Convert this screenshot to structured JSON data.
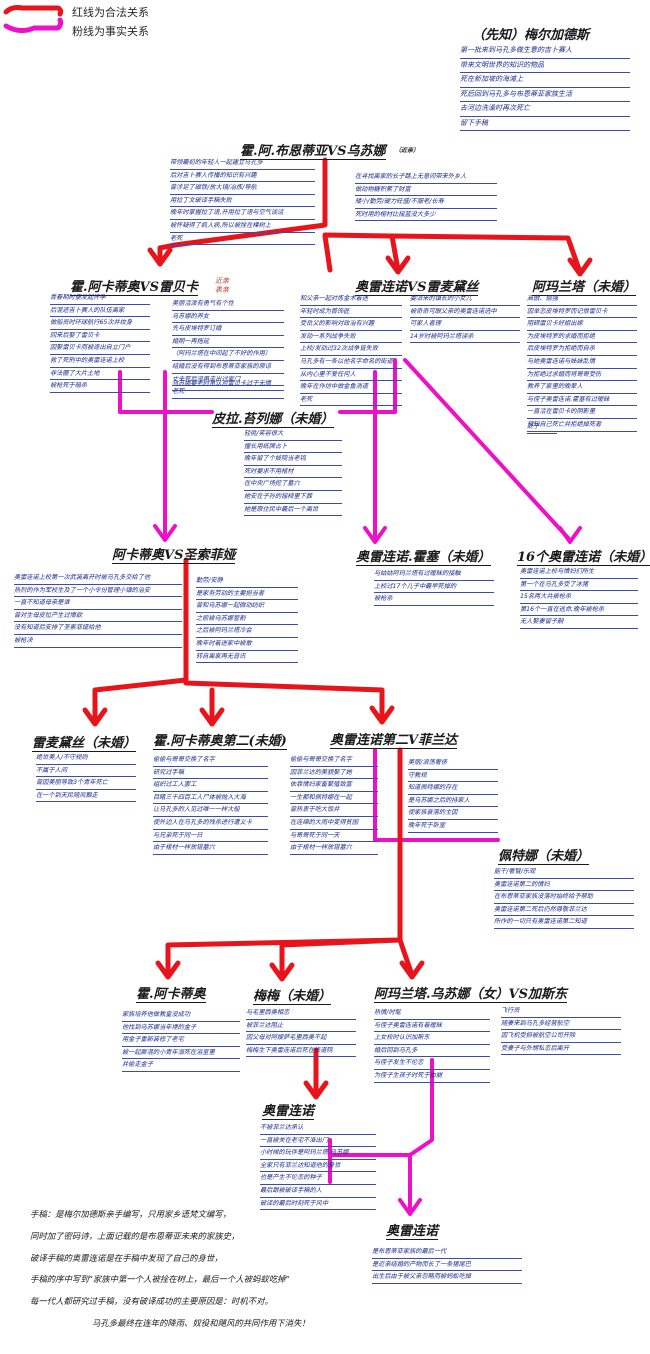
{
  "legend": {
    "red": "红线为合法关系",
    "pink": "粉线为事实关系",
    "red_color": "#e8141b",
    "pink_color": "#ee10c8"
  },
  "prophet": {
    "title": "（先知）梅尔加德斯",
    "notes": [
      "第一批来到马孔多做生意的吉卜赛人",
      "带来文明世界的知识的物品",
      "死在新加坡的海滩上",
      "死后回到马孔多与布恩蒂亚家族生活",
      "去河边洗澡时再次死亡",
      "留下手稿"
    ]
  },
  "gen1": {
    "title": "霍.阿.布恩蒂亚VS乌苏娜",
    "tag": "（近亲）",
    "left_notes": [
      "带领最初的年轻人一起建立马孔多",
      "后对吉卜赛人传播的知识有兴趣",
      "曾涉足了磁铁/放大镜/冶炼/导航",
      "用拉丁文破译手稿失败",
      "晚年时掌握拉丁语,开用拉丁语与空气谈话",
      "被怀疑得了疯人病,所以被拴在棵树上",
      "老死"
    ],
    "right_notes": [
      "在寻找离家的长子路上无意间带来外乡人",
      "做动物糖积累了财富",
      "矮小/勤劳/硬力旺盛/不服老/长寿",
      "死时用的棺材比摇篮没大多少"
    ]
  },
  "arcadio1": {
    "title": "霍.阿卡蒂奥VS雷贝卡",
    "tag": "近亲\n表亲",
    "left_notes": [
      "青春期时便发起怀孕",
      "后混迹吉卜赛人的队伍离家",
      "做船员时环球航行65次并纹身",
      "回来后娶了雷贝卡",
      "因娶雷贝卡而被逐出自立门户",
      "救了死刑中的奥雷连诺上校",
      "非法圈了大片土地",
      "被枪死于暗杀"
    ],
    "right_notes": [
      "美丽活泼有勇气有个性",
      "乌苏娜的养女",
      "先与皮埃特罗订婚",
      "婚期一再拖延",
      "（阿玛兰塔在中间起了不好的作用）",
      "结婚后没有得到布恩蒂亚家族的原谅",
      "丈夫死后没再走出过家门",
      "老死"
    ],
    "bottom_note": "乌苏娜要老时承认对雷贝卡过于无情"
  },
  "aureliano1": {
    "title": "奥雷连诺VS雷麦黛丝",
    "left_notes": [
      "和父亲一起对炼金术着迷",
      "年轻时成为首饰匠",
      "受岳父的影响对政治有兴趣",
      "发动一系列战争失败",
      "上校/发动过32次战争皆失败",
      "马孔多有一条以他名字命名的街道",
      "从内心里不爱任何人",
      "晚年在作坊中做金鱼消遣",
      "老死"
    ],
    "right_notes": [
      "委派来的镇长的小女儿",
      "被奇奇可眼父亲的奥雷连诺选中",
      "可家人者理",
      "14岁时被阿玛兰塔误杀"
    ]
  },
  "amaranta1": {
    "title": "阿玛兰塔（未婚）",
    "notes": [
      "高傲、倔强",
      "因单恋皮埃特罗而记恨雷贝卡",
      "阻碍雷贝卡好姐出嫁",
      "为皮埃特罗的求婚而拒绝",
      "后皮埃特罗为拒绝而自杀",
      "与她奥雷连诺与姊妹乱情",
      "为拒绝过求婚而将哥哥受伤",
      "教养了家里的晚辈人",
      "与侄子奥雷连诺.霍塞有过暧昧",
      "一直活在雷贝卡的阴影里",
      "预知自己死亡并拒绝掉死者"
    ],
    "bottom_note": "处子"
  },
  "pilar": {
    "title": "皮拉.苔列娜（未婚）",
    "notes": [
      "轻佻/笑容很大",
      "擅长用纸牌占卜",
      "晚年留了个妓院当老鸨",
      "死时要求不用棺材",
      "在中央广场挖了墓穴",
      "她安在子孙的摇椅里下葬",
      "她是原住民中最后一个离世"
    ]
  },
  "arcadio2": {
    "title": "阿卡蒂奥VS圣索菲娅",
    "left_notes": [
      "奥雷连诺上校第一次武装离开时被马孔多交给了他",
      "热烈的作为军校生及了一个小令份管理小镇的治安",
      "一直不知道母亲是谁",
      "曾对生母皮拉产生过情欲",
      "没有知道后安排了圣索菲娅给他",
      "被枪决"
    ],
    "right_notes": [
      "勤劳/安静",
      "是家务劳动的主要担当者",
      "曾和乌苏娜一起微动纺织",
      "之前被乌苏娜誓割",
      "之后被阿玛兰塔冷会",
      "晚年时着迷家中被敢",
      "转自离家再无音讯"
    ]
  },
  "aureliano_jose": {
    "title": "奥雷连诺.霍塞（未婚）",
    "notes": [
      "与姑姑阿玛兰塔有过暧昧的接触",
      "上校过17个儿子中最早死掉的",
      "被枪杀"
    ]
  },
  "seventeen": {
    "title": "16个奥雷连诺（未婚）",
    "notes": [
      "奥雷连诺上校与情妇们所生",
      "第一个在马孔多受了冰猪",
      "15名两大共被枪杀",
      "第16个一直在逃命,晚年被枪杀",
      "无人娶妻留子嗣"
    ]
  },
  "remedios_beauty": {
    "title": "雷麦黛丝（未婚）",
    "notes": [
      "绝世美人/不守规则",
      "不属于人间",
      "曾因美丽导致3个青年死亡",
      "在一个到天民随风飘走"
    ]
  },
  "arcadio_segundo": {
    "title": "霍.阿卡蒂奥第二(未婚)",
    "notes": [
      "偷偷与哥哥交换了名字",
      "研究过手稿",
      "组织过工人罢工",
      "目睹三千四百工人尸体被抛入大海",
      "让马孔多的人见过唯一一样大船",
      "使外边人在马孔多的残杀进行遭义卡",
      "与兄弟死于同一日",
      "由于棺材一样放错墓穴"
    ]
  },
  "aureliano_segundo": {
    "title": "奥雷连诺第二V菲兰达",
    "left_notes": [
      "偷偷与哥哥交换了名字",
      "因菲兰达的美貌娶了她",
      "依靠情妇家畜繁殖致富",
      "一生都和佩特娜在一起",
      "曾热衷于吃大饭并",
      "在连绵的大雨中变得贫困",
      "与哥哥死于同一天",
      "由于棺材一样放错墓穴"
    ],
    "right_notes": [
      "美丽/浪荡奢侈",
      "守教规",
      "知道佩特娜的存在",
      "是乌苏娜之后的持家人",
      "使家族衰落的主因",
      "晚年死于卧室"
    ]
  },
  "petra": {
    "title": "佩特娜（未婚）",
    "notes": [
      "能干/奢智/乐观",
      "奥雷连诺第二的情妇",
      "在布恩蒂亚家族没落时始终给予帮助",
      "奥雷连诺第二死后仍然尊敬菲兰达",
      "所作的一切只有奥雷连诺第二知道"
    ]
  },
  "arcadio3": {
    "title": "霍.阿卡蒂奥",
    "notes": [
      "家族培养他做教皇没成功",
      "他找到乌苏娜当年埋的金子",
      "用金子重新装修了老宅",
      "被一起厮混的小青年溺死在浴室里",
      "并偷走金子"
    ]
  },
  "meme": {
    "title": "梅梅（未婚）",
    "notes": [
      "与毛里西奥相恋",
      "被菲兰达阻止",
      "因父母对阿嫂萨毛里西奥不起",
      "梅梅生下奥雷连诺后死在修道院"
    ]
  },
  "amaranta_ursula": {
    "title": "阿玛兰塔.乌苏娜（女）VS加斯东",
    "left_notes": [
      "热情/时髦",
      "与侄子奥雷连诺有着暧昧",
      "上女校时认识加斯东",
      "婚后回到马孔多",
      "与侄子发生不伦恋",
      "为侄子生孩子时死于血崩"
    ],
    "right_notes": [
      "飞行员",
      "随妻来到马孔多经营航空",
      "因飞机受损被航空公司开除",
      "受妻子与外甥私恋后离开"
    ]
  },
  "aureliano_last": {
    "title": "奥雷连诺",
    "notes": [
      "不被菲兰达承认",
      "一直被关在老宅不准出门",
      "小时候的玩伴是阿玛兰塔.乌苏娜",
      "全家只有菲兰达知道他的身世",
      "也是产生不伦恋的种子",
      "最后跟被破译手稿的人",
      "破译的最后时刻死于风中"
    ]
  },
  "aureliano_baby": {
    "title": "奥雷连诺",
    "notes": [
      "是布恩蒂亚家族的最后一代",
      "是近亲结婚的产物而长了一条猪尾巴",
      "出生后由于被父亲忽略而被蚂蚁吃掉"
    ]
  },
  "footer": {
    "lines": [
      "手稿：是梅尔加德斯亲手编写，只用家乡语梵文编写，",
      "同时加了密码诗，上面记载的是布恩蒂亚未来的家族史，",
      "破译手稿的奥雷连诺是在手稿中发现了自己的身世，",
      "手稿的序中写到“家族中第一个人被拴在树上，最后一个人被蚂蚁吃掉”",
      "每一代人都研究过手稿，没有破译成功的主要原因是：时机不对。",
      "马孔多最终在连年的降雨、奴役和飓风的共同作用下消失！"
    ]
  }
}
